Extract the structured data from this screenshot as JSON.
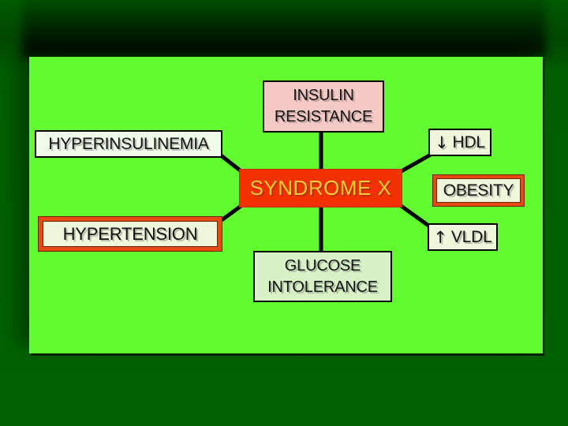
{
  "slide": {
    "colors": {
      "slide_bg": "#62fb2f",
      "stage_bg": "#006200",
      "node_pink": "#f5c9c6",
      "node_pale": "#effae8",
      "node_cream": "#f0f6dc",
      "node_green": "#d8f2c6",
      "center_fill": "#f23000",
      "center_text": "#ffcc33",
      "highlight_border": "#e64a14",
      "connector": "#000000"
    },
    "nodes": {
      "insulin_resistance": {
        "line1": "INSULIN",
        "line2": "RESISTANCE"
      },
      "hyperinsulinemia": {
        "label": "HYPERINSULINEMIA"
      },
      "hdl": {
        "arrow": "↓",
        "label": "HDL"
      },
      "syndrome_x": {
        "label": "SYNDROME X"
      },
      "obesity": {
        "label": "OBESITY"
      },
      "hypertension": {
        "label": "HYPERTENSION"
      },
      "vldl": {
        "arrow": "↑",
        "label": "VLDL"
      },
      "glucose_intolerance": {
        "line1": "GLUCOSE",
        "line2": "INTOLERANCE"
      }
    }
  }
}
